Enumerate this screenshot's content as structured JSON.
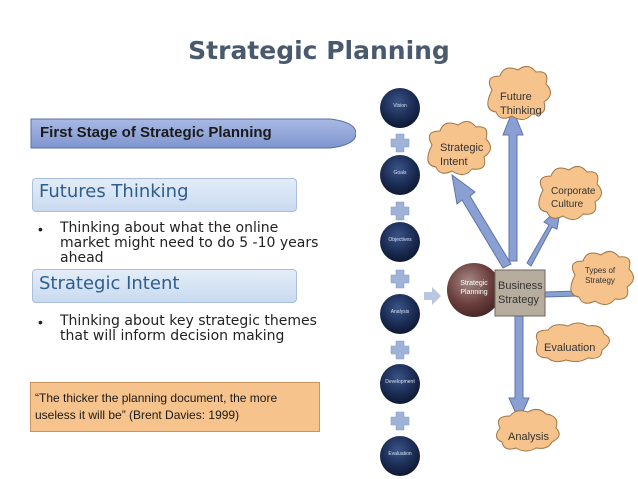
{
  "slide": {
    "title": "Strategic Planning",
    "stage_banner": "First Stage of Strategic Planning",
    "sections": [
      {
        "heading": "Futures Thinking",
        "bullet": "Thinking about what the online market might need to do 5 -10 years ahead"
      },
      {
        "heading": "Strategic Intent",
        "bullet": "Thinking about key strategic themes that will inform decision making"
      }
    ],
    "quote": "“The thicker the planning document, the more useless it will be” (Brent Davies: 1999)"
  },
  "diagram": {
    "center_label": "Strategic Planning",
    "business_strategy": "Business Strategy",
    "clouds": {
      "future_thinking": "Future Thinking",
      "strategic_intent": "Strategic Intent",
      "corporate_culture": "Corporate Culture",
      "types_of_strategy": "Types of Strategy",
      "evaluation": "Evaluation",
      "analysis": "Analysis"
    },
    "steps": [
      "Vision",
      "Goals",
      "Objectives",
      "Analysis",
      "Development",
      "Evaluation"
    ]
  },
  "colors": {
    "title": "#4a5a6e",
    "section_heading": "#2e5d8e",
    "cloud_fill": "#f6c38c",
    "arrow_fill": "#8aa0d2",
    "step_sphere": "#1a2b52",
    "plus_sign": "#9fb3d9",
    "business_box": "#b7ad9f"
  }
}
